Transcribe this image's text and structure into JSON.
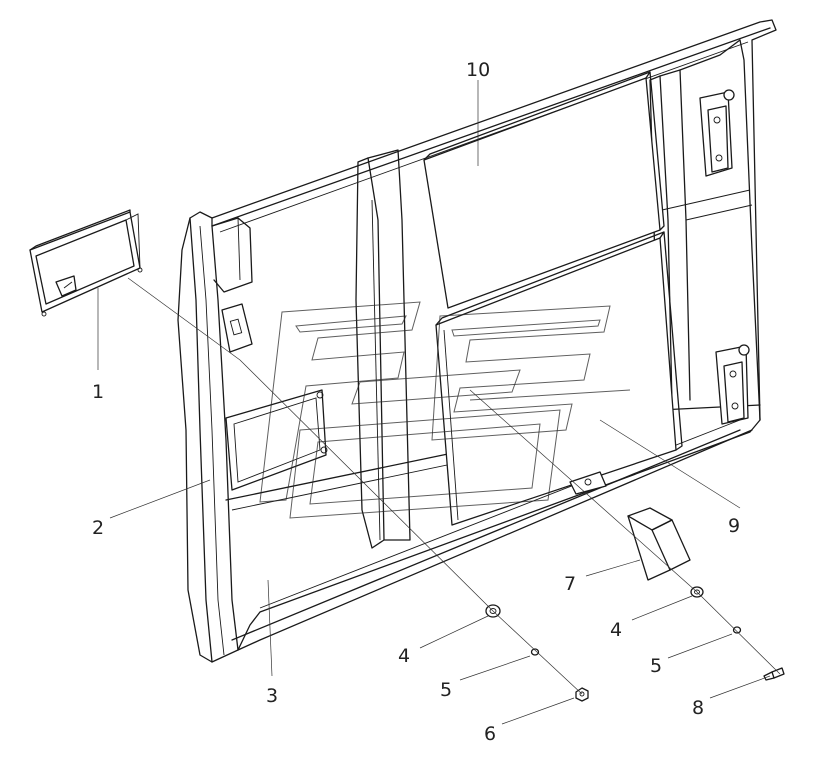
{
  "callouts": [
    {
      "id": "c1",
      "label": "1"
    },
    {
      "id": "c2",
      "label": "2"
    },
    {
      "id": "c3",
      "label": "3"
    },
    {
      "id": "c4a",
      "label": "4"
    },
    {
      "id": "c4b",
      "label": "4"
    },
    {
      "id": "c5a",
      "label": "5"
    },
    {
      "id": "c5b",
      "label": "5"
    },
    {
      "id": "c6",
      "label": "6"
    },
    {
      "id": "c7",
      "label": "7"
    },
    {
      "id": "c8",
      "label": "8"
    },
    {
      "id": "c9",
      "label": "9"
    },
    {
      "id": "c10",
      "label": "10"
    }
  ],
  "colors": {
    "line": "#1a1a1a",
    "background": "#ffffff",
    "watermark": "#2a2a2a"
  },
  "watermark_icon": "fe-logo-outline"
}
